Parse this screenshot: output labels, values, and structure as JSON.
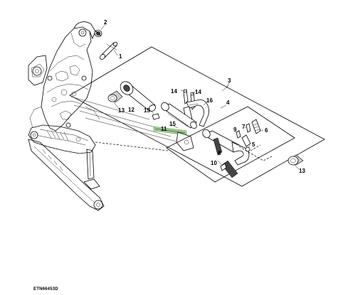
{
  "figure_code": "ETN66453D",
  "callouts": [
    {
      "id": "c1",
      "text": "1"
    },
    {
      "id": "c2",
      "text": "2"
    },
    {
      "id": "c3",
      "text": "3"
    },
    {
      "id": "c4",
      "text": "4"
    },
    {
      "id": "c5",
      "text": "5"
    },
    {
      "id": "c6",
      "text": "6"
    },
    {
      "id": "c7",
      "text": "7"
    },
    {
      "id": "c8",
      "text": "8"
    },
    {
      "id": "c9",
      "text": "9"
    },
    {
      "id": "c10",
      "text": "10"
    },
    {
      "id": "c11",
      "text": "11"
    },
    {
      "id": "c12",
      "text": "12"
    },
    {
      "id": "c13a",
      "text": "13"
    },
    {
      "id": "c13b",
      "text": "13"
    },
    {
      "id": "c14a",
      "text": "14"
    },
    {
      "id": "c14b",
      "text": "14"
    },
    {
      "id": "c15a",
      "text": "15"
    },
    {
      "id": "c15b",
      "text": "15"
    },
    {
      "id": "c16",
      "text": "16"
    }
  ]
}
